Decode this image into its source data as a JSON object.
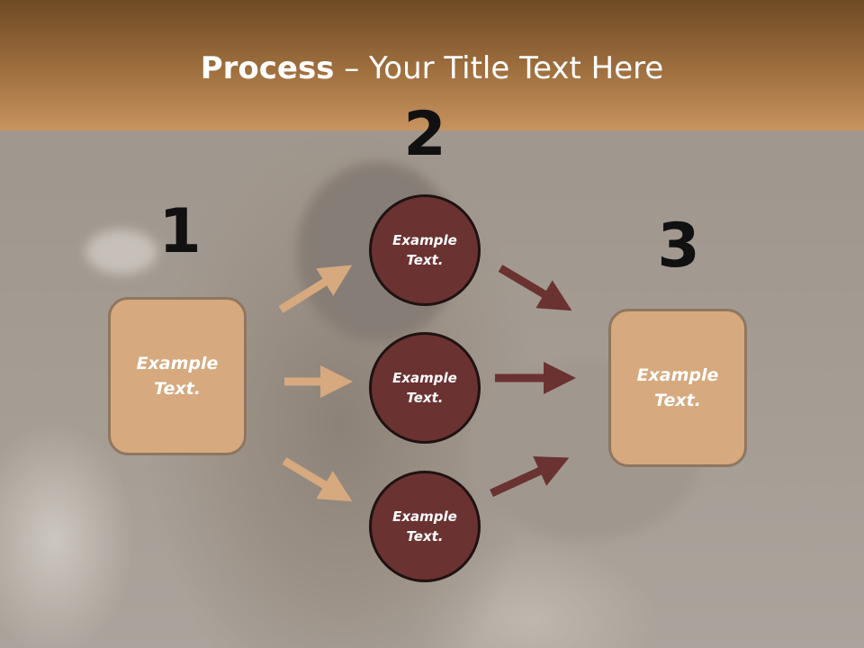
{
  "header": {
    "title_bold": "Process",
    "title_rest": " – Your Title Text Here"
  },
  "steps": {
    "one": "1",
    "two": "2",
    "three": "3"
  },
  "left_box": {
    "text_line1": "Example",
    "text_line2": "Text."
  },
  "right_box": {
    "text_line1": "Example",
    "text_line2": "Text."
  },
  "circles": [
    {
      "line1": "Example",
      "line2": "Text."
    },
    {
      "line1": "Example",
      "line2": "Text."
    },
    {
      "line1": "Example",
      "line2": "Text."
    }
  ],
  "colors": {
    "header_top": "#6e4a24",
    "header_bottom": "#c7935f",
    "box_fill": "#d6a97e",
    "circle_fill": "#6b3232",
    "arrow_light": "#d6a97e",
    "arrow_dark": "#6b3232"
  }
}
